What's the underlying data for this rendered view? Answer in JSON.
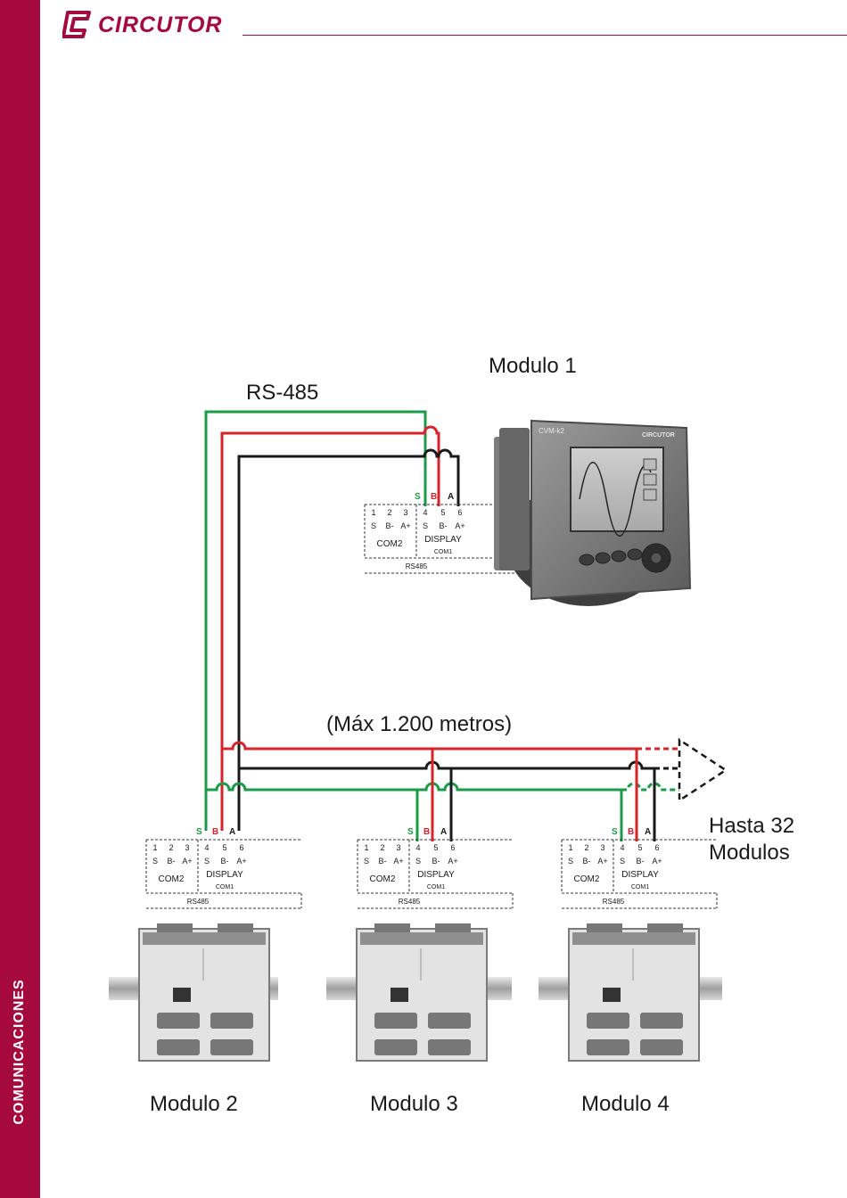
{
  "header": {
    "brand": "CIRCUTOR",
    "sidebar_label": "COMUNICACIONES"
  },
  "diagram": {
    "bus_label": "RS-485",
    "distance_label": "(Máx 1.200 metros)",
    "extend_label_line1": "Hasta 32",
    "extend_label_line2": "Modulos",
    "terminal": {
      "wire_s": "S",
      "wire_b": "B",
      "wire_a": "A",
      "pins": [
        "1",
        "2",
        "3",
        "4",
        "5",
        "6"
      ],
      "signals": [
        "S",
        "B-",
        "A+",
        "S",
        "B-",
        "A+"
      ],
      "com2": "COM2",
      "display": "DISPLAY",
      "com1": "COM1",
      "rs485": "RS485"
    },
    "modules": {
      "m1": "Modulo 1",
      "m2": "Modulo 2",
      "m3": "Modulo 3",
      "m4": "Modulo 4"
    },
    "meter": {
      "brand": "CIRCUTOR",
      "model": "CVM-k2"
    },
    "colors": {
      "green": "#1a9b46",
      "red": "#d8232a",
      "black": "#1a1a1a",
      "brand": "#a6093d"
    }
  }
}
